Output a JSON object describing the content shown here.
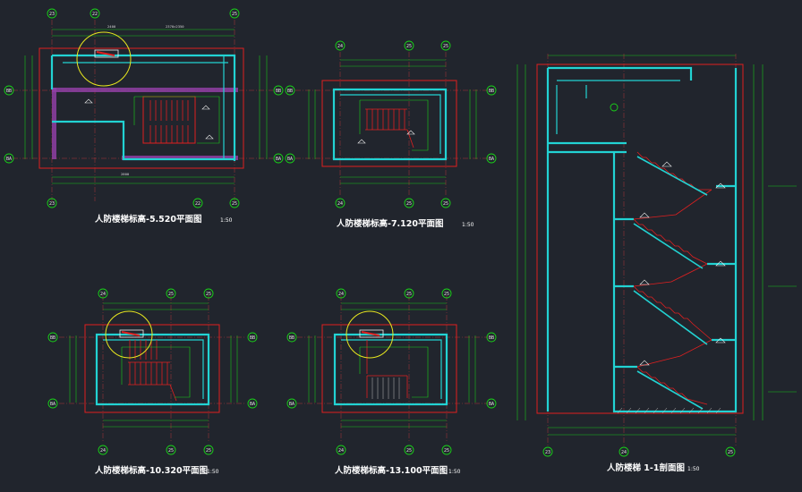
{
  "titles": {
    "plan1": "人防楼梯标高-5.520平面图",
    "plan1_scale": "1:50",
    "plan2": "人防楼梯标高-7.120平面图",
    "plan2_scale": "1:50",
    "plan3": "人防楼梯标高-10.320平面图",
    "plan3_scale": "1:50",
    "plan4": "人防楼梯标高-13.100平面图",
    "plan4_scale": "1:50",
    "section": "人防楼梯 1-1剖面图",
    "section_scale": "1:50"
  },
  "axes": {
    "p1_top": [
      "23",
      "22",
      "25"
    ],
    "p1_left": [
      "BB",
      "BA"
    ],
    "p1_right": [
      "BB",
      "BA"
    ],
    "p2_top": [
      "24",
      "25",
      "25"
    ],
    "p2_left": [
      "BB",
      "BA"
    ],
    "p2_right": [
      "BB",
      "BA"
    ],
    "p3_top": [
      "24",
      "25",
      "25"
    ],
    "p3_left": [
      "BB",
      "BA"
    ],
    "p3_right": [
      "BB",
      "BA"
    ],
    "p4_top": [
      "24",
      "25",
      "25"
    ],
    "p4_left": [
      "BB",
      "BA"
    ],
    "p4_right": [
      "BB",
      "BA"
    ],
    "sec_bottom": [
      "23",
      "24",
      "25"
    ]
  },
  "colors": {
    "background": "#21252d",
    "wall": "#22d3d3",
    "stair": "#e02020",
    "axis_bubble": "#19d219",
    "hatch": "#8f3fa5",
    "highlight": "#e8e81e"
  }
}
